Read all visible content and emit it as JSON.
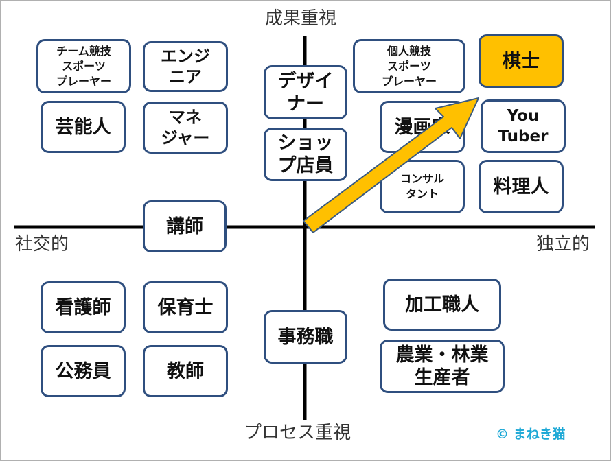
{
  "axes": {
    "top": "成果重視",
    "bottom": "プロセス重視",
    "left": "社交的",
    "right": "独立的"
  },
  "jobs": {
    "team_sports": "チーム競技\nスポーツ\nプレーヤー",
    "engineer": "エンジ\nニア",
    "entertainer": "芸能人",
    "manager": "マネ\nジャー",
    "designer": "デザイ\nナー",
    "shop_staff": "ショッ\nプ店員",
    "individual_sports": "個人競技\nスポーツ\nプレーヤー",
    "shogi": "棋士",
    "manga": "漫画家",
    "youtuber": "You\nTuber",
    "consultant": "コンサル\nタント",
    "cook": "料理人",
    "lecturer": "講師",
    "nurse": "看護師",
    "nursery_teacher": "保育士",
    "civil_servant": "公務員",
    "teacher": "教師",
    "office_clerk": "事務職",
    "craftsman": "加工職人",
    "agri_forestry": "農業・林業\n生産者"
  },
  "credit": "©  まねき猫",
  "colors": {
    "box_border": "#2f4f7f",
    "highlight": "#ffc000",
    "arrow_fill": "#ffc000",
    "arrow_stroke": "#3a5a80",
    "credit": "#1fa9d6"
  }
}
